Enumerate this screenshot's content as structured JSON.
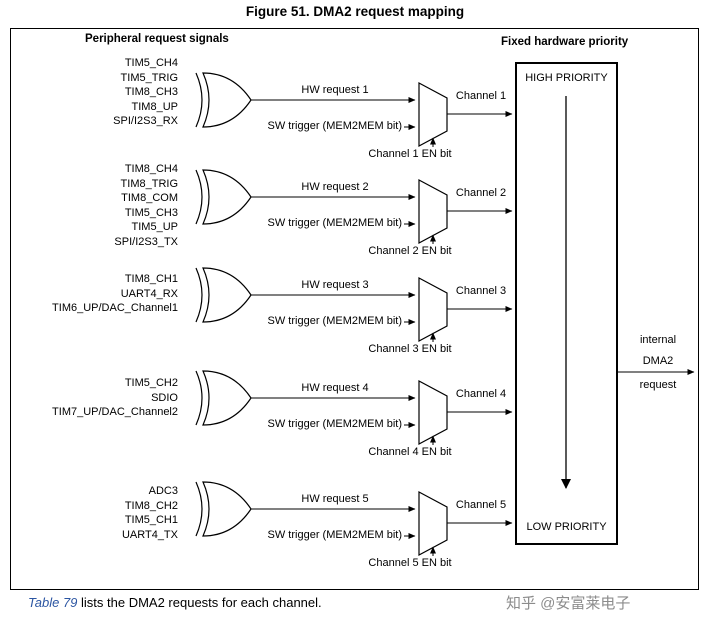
{
  "figure_title": "Figure 51. DMA2 request mapping",
  "diagram": {
    "left_header": "Peripheral request signals",
    "right_header": "Fixed hardware priority",
    "priority_box": {
      "high": "HIGH PRIORITY",
      "low": "LOW PRIORITY"
    },
    "output_label": {
      "line1": "internal",
      "line2": "DMA2",
      "line3": "request"
    },
    "channels": [
      {
        "signals": [
          "TIM5_CH4",
          "TIM5_TRIG",
          "TIM8_CH3",
          "TIM8_UP",
          "SPI/I2S3_RX"
        ],
        "hw_request": "HW request 1",
        "sw_trigger": "SW trigger (MEM2MEM bit)",
        "output": "Channel 1",
        "enable": "Channel 1 EN bit"
      },
      {
        "signals": [
          "TIM8_CH4",
          "TIM8_TRIG",
          "TIM8_COM",
          "TIM5_CH3",
          "TIM5_UP",
          "SPI/I2S3_TX"
        ],
        "hw_request": "HW request 2",
        "sw_trigger": "SW trigger (MEM2MEM bit)",
        "output": "Channel 2",
        "enable": "Channel 2 EN bit"
      },
      {
        "signals": [
          "TIM8_CH1",
          "UART4_RX",
          "TIM6_UP/DAC_Channel1"
        ],
        "hw_request": "HW request 3",
        "sw_trigger": "SW trigger (MEM2MEM bit)",
        "output": "Channel 3",
        "enable": "Channel 3 EN bit"
      },
      {
        "signals": [
          "TIM5_CH2",
          "SDIO",
          "TIM7_UP/DAC_Channel2"
        ],
        "hw_request": "HW request 4",
        "sw_trigger": "SW trigger (MEM2MEM bit)",
        "output": "Channel 4",
        "enable": "Channel 4 EN bit"
      },
      {
        "signals": [
          "ADC3",
          "TIM8_CH2",
          "TIM5_CH1",
          "UART4_TX"
        ],
        "hw_request": "HW request 5",
        "sw_trigger": "SW trigger (MEM2MEM bit)",
        "output": "Channel 5",
        "enable": "Channel 5 EN bit"
      }
    ]
  },
  "footer": {
    "link": "Table 79",
    "text": " lists the DMA2 requests for each channel."
  },
  "watermark": "知乎 @安富莱电子",
  "colors": {
    "link": "#2b55a2",
    "watermark": "#8c8c8c",
    "stroke": "#000000"
  }
}
